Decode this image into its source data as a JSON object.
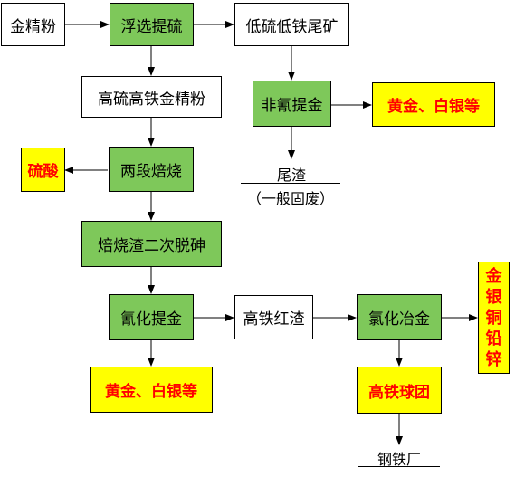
{
  "nodes": {
    "gold_concentrate": "金精粉",
    "flotation": "浮选提硫",
    "low_s_fe_tailings": "低硫低铁尾矿",
    "high_s_fe_concentrate": "高硫高铁金精粉",
    "non_cyanide": "非氰提金",
    "gold_silver_1": "黄金、白银等",
    "sulfuric_acid": "硫酸",
    "two_stage_roasting": "两段焙烧",
    "tailings": "尾渣",
    "general_solid_waste": "（一般固废）",
    "dearsenic": "焙烧渣二次脱砷",
    "chlorination_gold": "氰化提金",
    "high_fe_red_slag": "高铁红渣",
    "chlorination_smelting": "氯化冶金",
    "gold_silver_2": "黄金、白银等",
    "high_fe_pellets": "高铁球团",
    "steel_plant": "钢铁厂",
    "metals": [
      "金",
      "银",
      "铜",
      "铅",
      "锌"
    ]
  },
  "colors": {
    "green": "#7ec85a",
    "yellow": "#ffff00",
    "red_text": "#ff0000"
  }
}
